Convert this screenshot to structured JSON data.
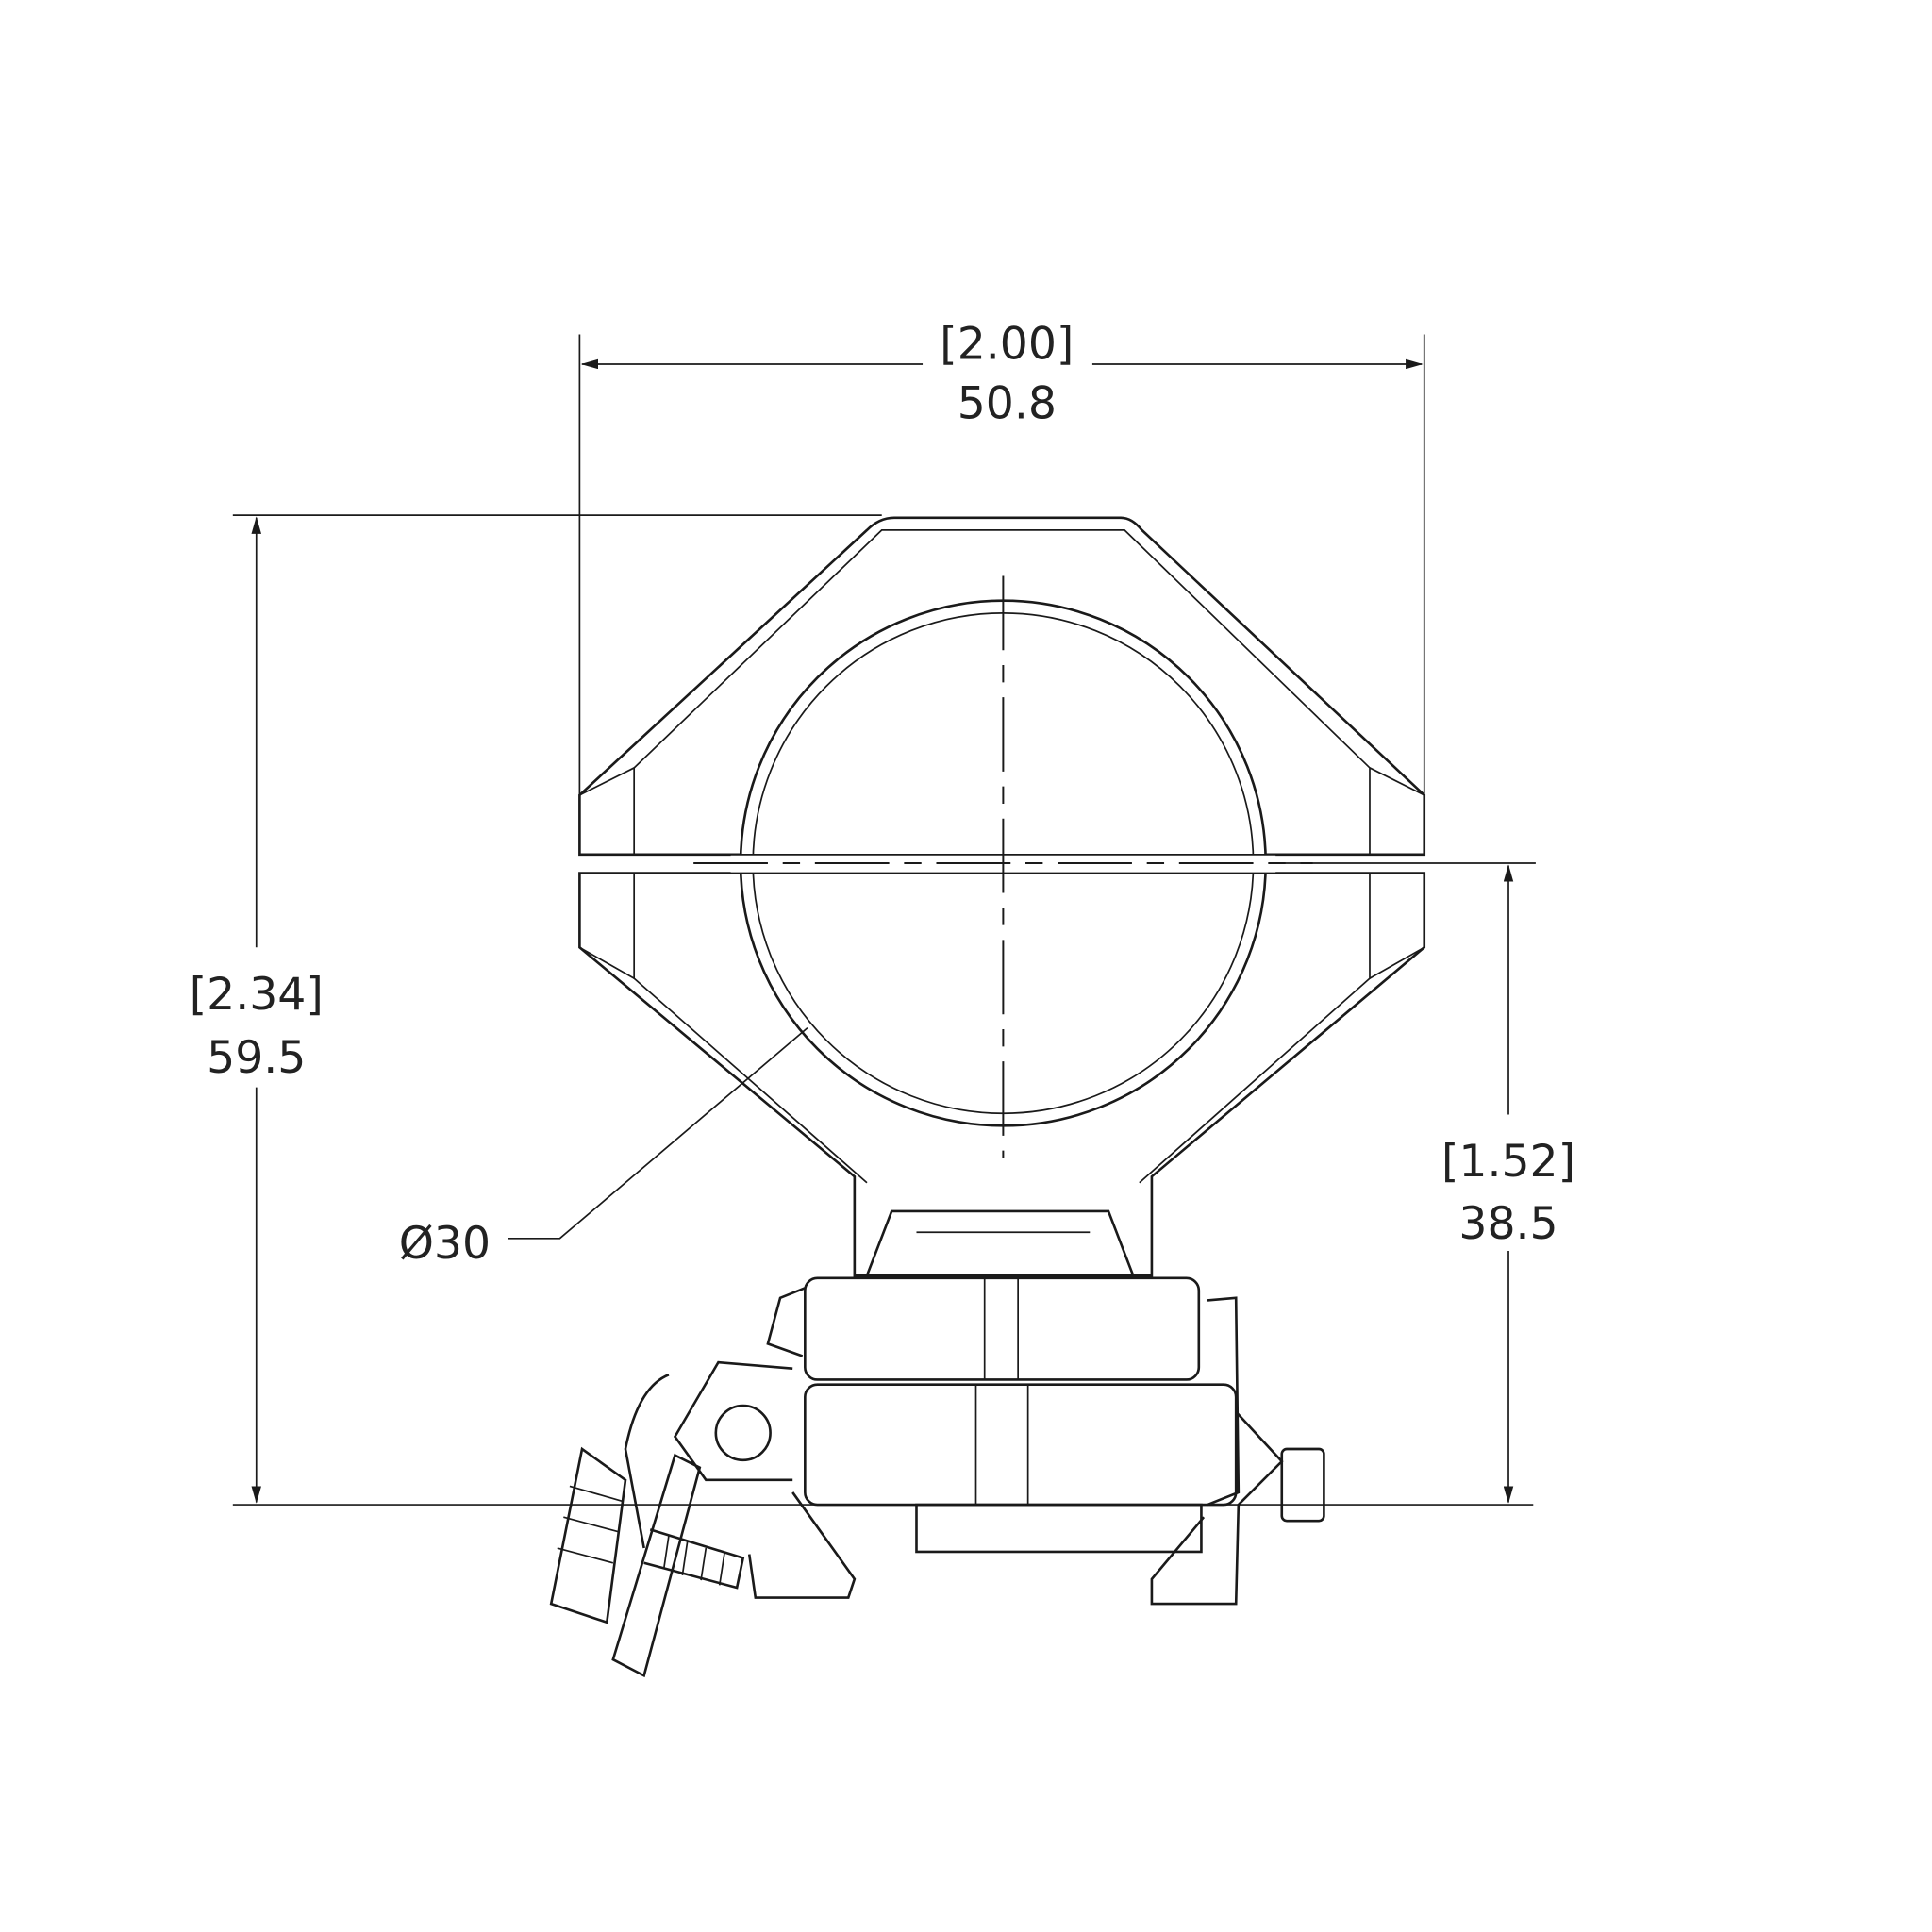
{
  "title": "Scope ring mount dimensions",
  "dimensions": {
    "width": {
      "inch": "[2.00]",
      "mm": "50.8"
    },
    "height": {
      "inch": "[2.34]",
      "mm": "59.5"
    },
    "center_height": {
      "inch": "[1.52]",
      "mm": "38.5"
    },
    "bore_diameter": {
      "label": "Ø30"
    }
  },
  "colors": {
    "line": "#1a1a1a",
    "background": "#ffffff"
  }
}
